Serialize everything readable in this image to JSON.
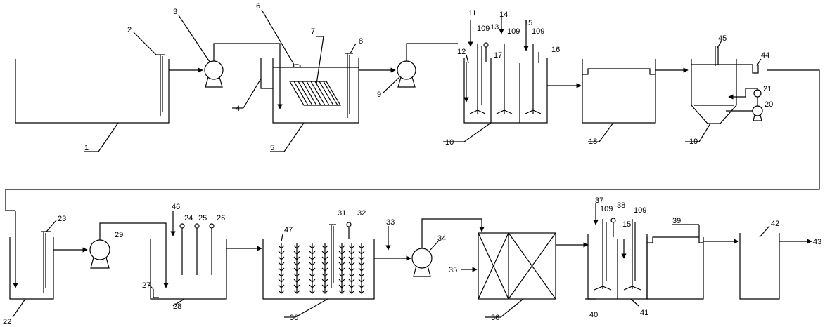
{
  "labels": {
    "n1": "1",
    "n2": "2",
    "n3": "3",
    "n4": "4",
    "n5": "5",
    "n6": "6",
    "n7": "7",
    "n8": "8",
    "n9": "9",
    "n10": "10",
    "n11": "11",
    "n12": "12",
    "n13": "13",
    "n14": "14",
    "n15": "15",
    "n16": "16",
    "n17": "17",
    "n18": "18",
    "n19": "19",
    "n20": "20",
    "n21": "21",
    "n22": "22",
    "n23": "23",
    "n24": "24",
    "n25": "25",
    "n26": "26",
    "n27": "27",
    "n28": "28",
    "n29": "29",
    "n30": "30",
    "n31": "31",
    "n32": "32",
    "n33": "33",
    "n34": "34",
    "n35": "35",
    "n36": "36",
    "n37": "37",
    "n38": "38",
    "n39": "39",
    "n40": "40",
    "n41": "41",
    "n42": "42",
    "n43": "43",
    "n44": "44",
    "n45": "45",
    "n46": "46",
    "n47": "47",
    "n109": "109",
    "n15b": "15"
  }
}
